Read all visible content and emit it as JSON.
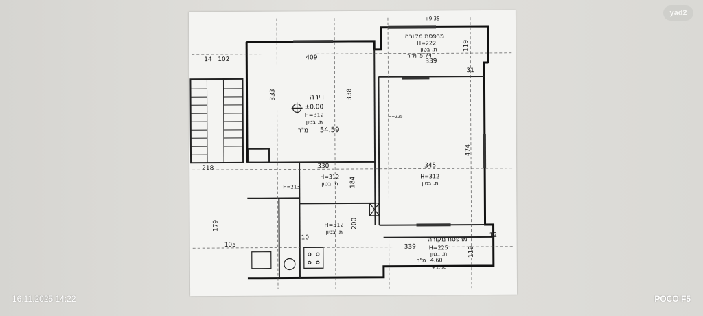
{
  "logo": "yad2",
  "timestamp": "16.11.2025 14:22",
  "camera": "POCO F5",
  "plan": {
    "apartment_label": "דירה",
    "level": "±0.00",
    "ceiling_main": "H=312",
    "ceiling_word": "ת. בטון",
    "area_main": "54.59",
    "area_unit": "מ\"ר",
    "balcony_top_label": "מרפסת מקורה",
    "balcony_top_h": "H=222",
    "balcony_top_area": "5.74",
    "balcony_bottom_label": "מרפסת מקורה",
    "balcony_bottom_h": "H=225",
    "balcony_bottom_area": "4.60",
    "level_top": "+9.35",
    "level_bottom": "+1.60",
    "dims": {
      "d409": "409",
      "d333": "333",
      "d338": "338",
      "d339a": "339",
      "d119a": "119",
      "d330": "330",
      "d345": "345",
      "d474": "474",
      "d218": "218",
      "d102": "102",
      "d14": "14",
      "d179": "179",
      "d200": "200",
      "d184": "184",
      "d339b": "339",
      "d119b": "119",
      "d105": "105",
      "d31": "31",
      "d12": "12",
      "d10": "10"
    },
    "room_heights": {
      "living": "H=312",
      "kitchen": "H=312",
      "bath": "H=312",
      "small": "H=213",
      "bay": "H=225"
    }
  }
}
